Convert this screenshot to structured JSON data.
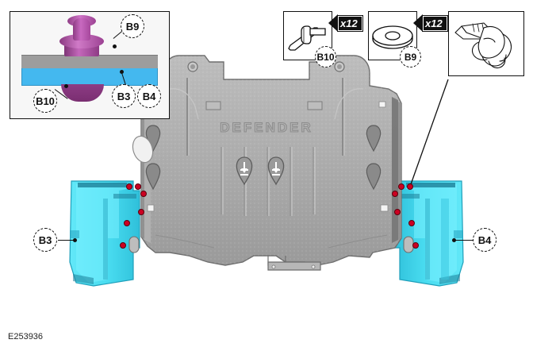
{
  "figure": {
    "image_id": "E253936",
    "subject": "Engine undertray removal diagram",
    "emboss_text": "DEFENDER"
  },
  "colors": {
    "highlight_cyan": "#5DE5F5",
    "panel_gray": "#ACACAC",
    "clip_purple": "#A6489C",
    "section_blue": "#44B8EF",
    "fastener_red": "#CC0022",
    "outline_black": "#111111"
  },
  "callouts": [
    {
      "id": "b3-inset",
      "label": "B3",
      "where": "detail-inset"
    },
    {
      "id": "b4-inset",
      "label": "B4",
      "where": "detail-inset"
    },
    {
      "id": "b9-inset",
      "label": "B9",
      "where": "detail-inset"
    },
    {
      "id": "b10-inset",
      "label": "B10",
      "where": "detail-inset"
    },
    {
      "id": "b10-part",
      "label": "B10",
      "where": "parts-box-rivet"
    },
    {
      "id": "b9-part",
      "label": "B9",
      "where": "parts-box-washer"
    },
    {
      "id": "b3-main",
      "label": "B3",
      "where": "main-left-bracket"
    },
    {
      "id": "b4-main",
      "label": "B4",
      "where": "main-right-bracket"
    }
  ],
  "quantity_tags": [
    {
      "id": "qty-b10",
      "label": "x12",
      "applies_to": "B10"
    },
    {
      "id": "qty-b9",
      "label": "x12",
      "applies_to": "B9"
    }
  ],
  "boxes": {
    "detail_inset": {
      "name": "cross-section-detail"
    },
    "rivet_box": {
      "name": "push-rivet-part"
    },
    "washer_box": {
      "name": "washer-part"
    },
    "tool_box": {
      "name": "hand-with-trim-tool"
    }
  }
}
